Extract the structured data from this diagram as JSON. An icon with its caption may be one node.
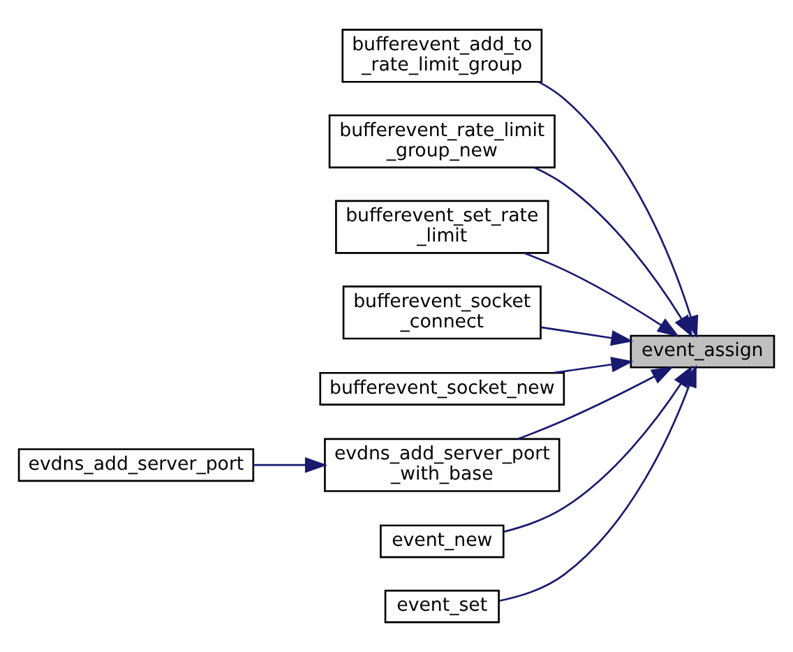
{
  "diagram": {
    "nodes": [
      {
        "text": [
          "event_assign"
        ]
      },
      {
        "text": [
          "bufferevent_add_to _rate_limit_group"
        ]
      },
      {
        "text": [
          "bufferevent_rate_limit _group_new"
        ]
      },
      {
        "text": [
          "bufferevent_set_rate _limit"
        ]
      },
      {
        "text": [
          "bufferevent_socket _connect"
        ]
      },
      {
        "text": [
          "bufferevent_socket_new"
        ]
      },
      {
        "text": [
          "evdns_add_server_port _with_base"
        ]
      },
      {
        "text": [
          "evdns_add_server_port"
        ]
      },
      {
        "text": [
          "event_new"
        ]
      },
      {
        "text": [
          "event_set"
        ]
      }
    ],
    "edges": [
      {
        "from": 1,
        "to": 0,
        "arrow": "to"
      },
      {
        "from": 2,
        "to": 0,
        "arrow": "to"
      },
      {
        "from": 3,
        "to": 0,
        "arrow": "to"
      },
      {
        "from": 4,
        "to": 0,
        "arrow": "to"
      },
      {
        "from": 5,
        "to": 0,
        "arrow": "to"
      },
      {
        "from": 6,
        "to": 0,
        "arrow": "to"
      },
      {
        "from": 8,
        "to": 0,
        "arrow": "to"
      },
      {
        "from": 9,
        "to": 0,
        "arrow": "to"
      },
      {
        "from": 7,
        "to": 6,
        "arrow": "to"
      }
    ]
  }
}
